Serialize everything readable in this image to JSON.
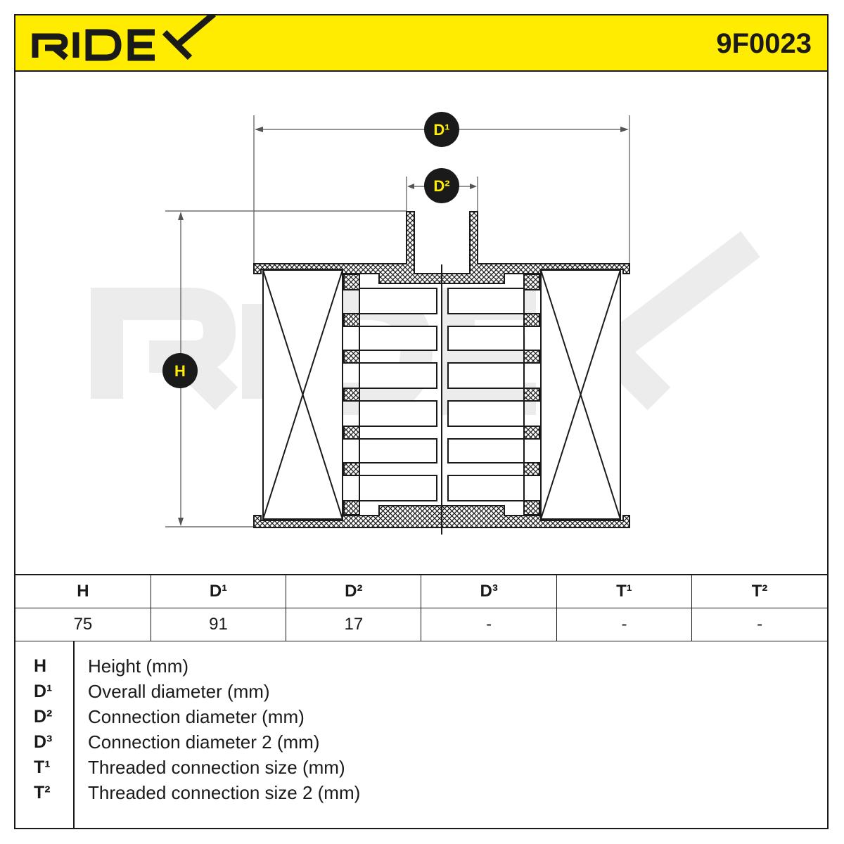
{
  "header": {
    "brand": "RIDEX",
    "part_number": "9F0023",
    "colors": {
      "accent": "#ffec00",
      "ink": "#1a1a1a",
      "watermark": "#ececec"
    }
  },
  "drawing": {
    "dimension_labels": {
      "d1": "D¹",
      "d2": "D²",
      "h": "H"
    }
  },
  "specs": {
    "headers": [
      "H",
      "D¹",
      "D²",
      "D³",
      "T¹",
      "T²"
    ],
    "values": [
      "75",
      "91",
      "17",
      "-",
      "-",
      "-"
    ]
  },
  "legend": [
    {
      "key": "H",
      "text": "Height (mm)"
    },
    {
      "key": "D¹",
      "text": "Overall diameter (mm)"
    },
    {
      "key": "D²",
      "text": "Connection diameter (mm)"
    },
    {
      "key": "D³",
      "text": "Connection diameter 2 (mm)"
    },
    {
      "key": "T¹",
      "text": "Threaded connection size (mm)"
    },
    {
      "key": "T²",
      "text": "Threaded connection size 2 (mm)"
    }
  ]
}
